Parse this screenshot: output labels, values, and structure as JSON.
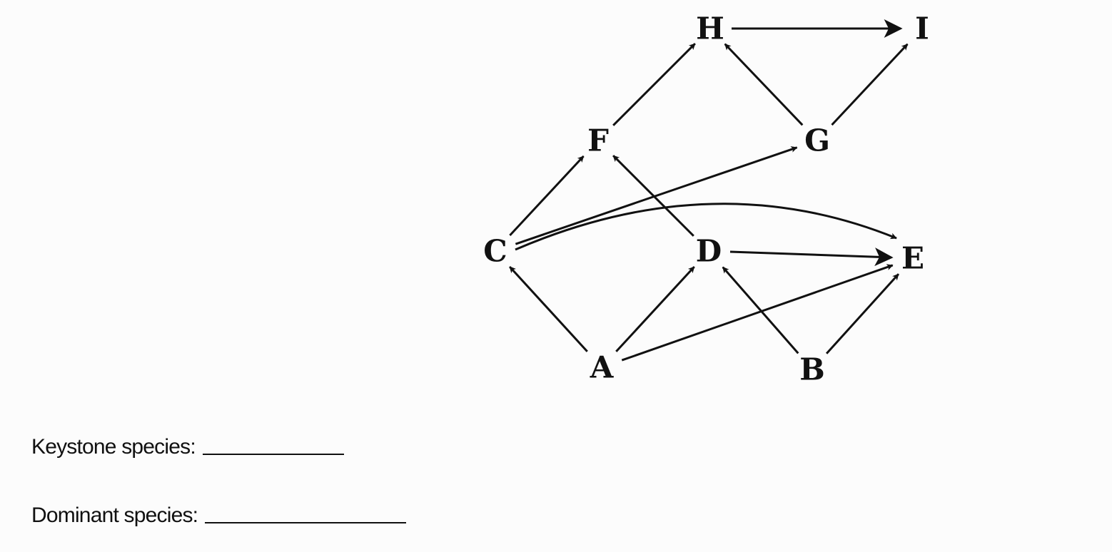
{
  "diagram": {
    "nodes": [
      {
        "id": "A",
        "label": "A"
      },
      {
        "id": "B",
        "label": "B"
      },
      {
        "id": "C",
        "label": "C"
      },
      {
        "id": "D",
        "label": "D"
      },
      {
        "id": "E",
        "label": "E"
      },
      {
        "id": "F",
        "label": "F"
      },
      {
        "id": "G",
        "label": "G"
      },
      {
        "id": "H",
        "label": "H"
      },
      {
        "id": "I",
        "label": "I"
      }
    ],
    "edges": [
      {
        "from": "A",
        "to": "C"
      },
      {
        "from": "A",
        "to": "D"
      },
      {
        "from": "A",
        "to": "E"
      },
      {
        "from": "B",
        "to": "D"
      },
      {
        "from": "B",
        "to": "E"
      },
      {
        "from": "C",
        "to": "F"
      },
      {
        "from": "C",
        "to": "G"
      },
      {
        "from": "C",
        "to": "E"
      },
      {
        "from": "D",
        "to": "F"
      },
      {
        "from": "D",
        "to": "E"
      },
      {
        "from": "F",
        "to": "H"
      },
      {
        "from": "G",
        "to": "H"
      },
      {
        "from": "G",
        "to": "I"
      },
      {
        "from": "H",
        "to": "I"
      }
    ],
    "colors": {
      "ink": "#111111",
      "background": "#fcfcfc"
    }
  },
  "questions": {
    "keystone_label": "Keystone species:",
    "dominant_label": "Dominant species:"
  }
}
